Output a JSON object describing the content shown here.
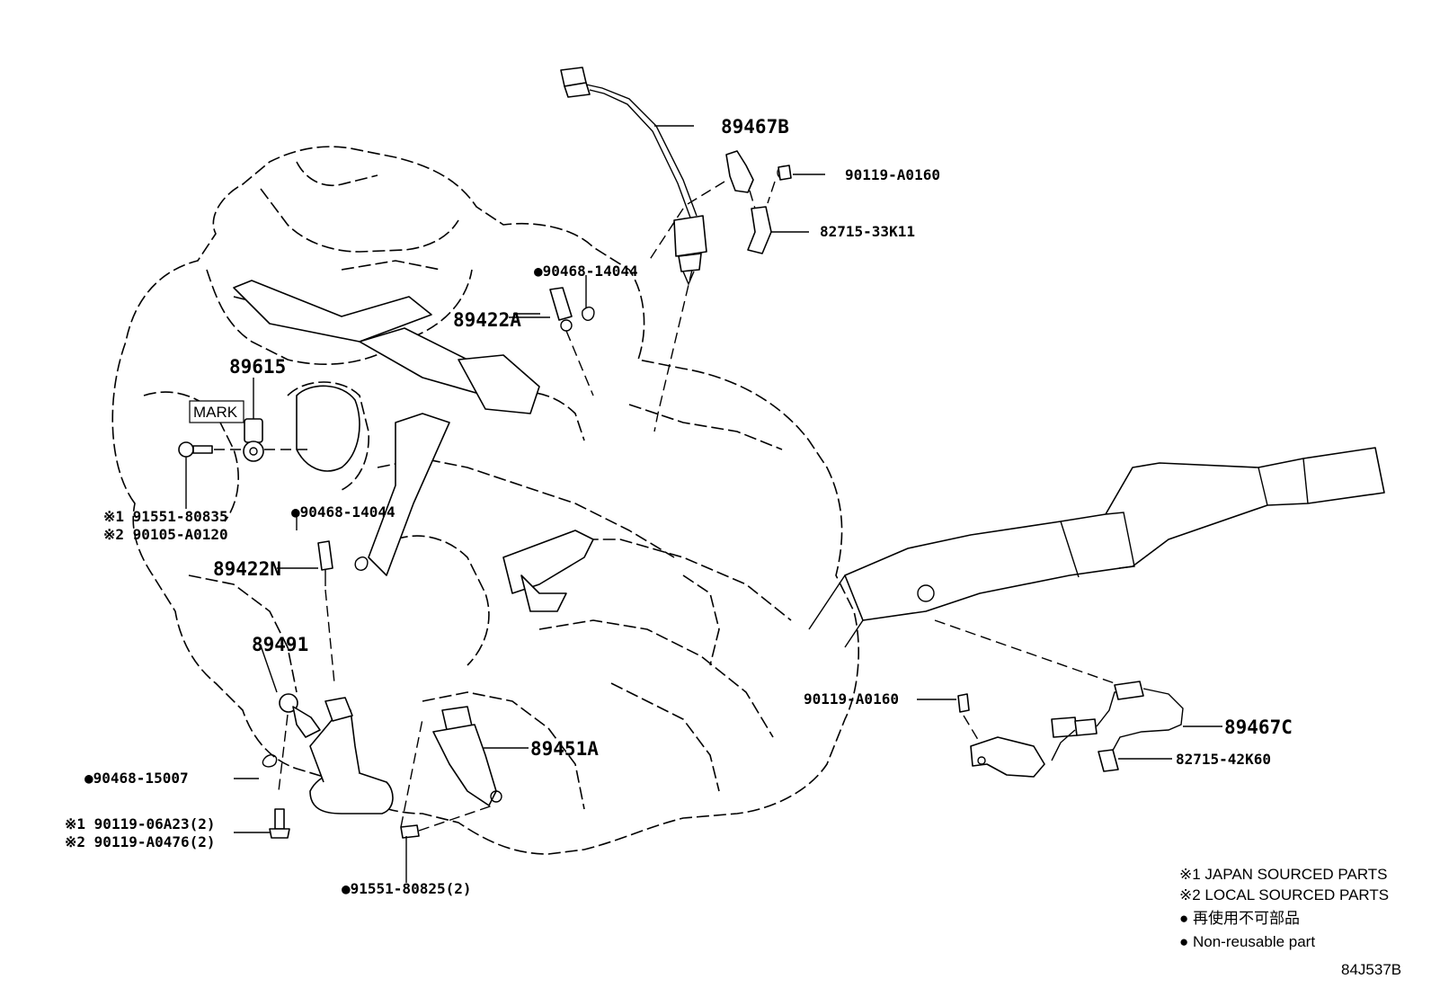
{
  "labels": {
    "p89467B": "89467B",
    "p90119_top": "90119-A0160",
    "p82715_33K11": "82715-33K11",
    "p90468_top": "●90468-14044",
    "p89422A": "89422A",
    "p89615": "89615",
    "mark": "MARK",
    "p91551_80835": "※1 91551-80835",
    "p90105_A0120": "※2 90105-A0120",
    "p90468_mid": "●90468-14044",
    "p89422N": "89422N",
    "p89491": "89491",
    "p90468_15007": "●90468-15007",
    "p90119_06A23": "※1 90119-06A23(2)",
    "p90119_A0476": "※2 90119-A0476(2)",
    "p89451A": "89451A",
    "p91551_80825": "●91551-80825(2)",
    "p90119_right": "90119-A0160",
    "p89467C": "89467C",
    "p82715_42K60": "82715-42K60"
  },
  "legend": {
    "line1": "※1 JAPAN SOURCED PARTS",
    "line2": "※2 LOCAL SOURCED PARTS",
    "line3": "● 再使用不可部品",
    "line4": "● Non-reusable part"
  },
  "diagram_code": "84J537B"
}
